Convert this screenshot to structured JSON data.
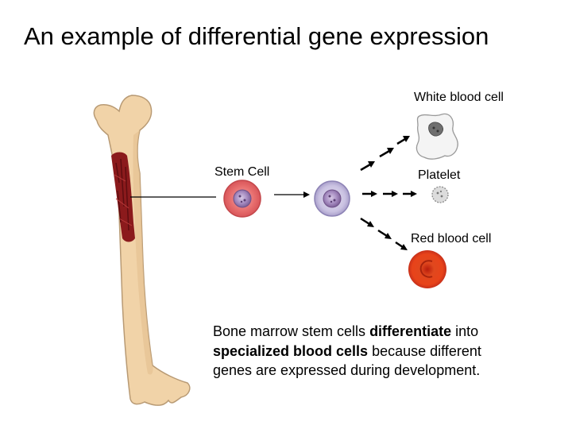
{
  "title": "An example of differential gene expression",
  "labels": {
    "stem_cell": "Stem Cell",
    "white_blood_cell": "White blood cell",
    "platelet": "Platelet",
    "red_blood_cell": "Red blood cell"
  },
  "description": {
    "part1": "Bone marrow stem cells ",
    "bold1": "differentiate",
    "part2": " into ",
    "bold2": "specialized blood cells",
    "part3": " because different genes are expressed during development."
  },
  "colors": {
    "bone": "#f1d3a8",
    "bone_outline": "#b89a74",
    "marrow": "#8b1a1c",
    "stem_cell": "#e8686a",
    "progenitor": "#c7bfdf",
    "nucleus": "#9c7fb2",
    "red_blood_cell": "#d9361c",
    "arrow": "#000000"
  }
}
